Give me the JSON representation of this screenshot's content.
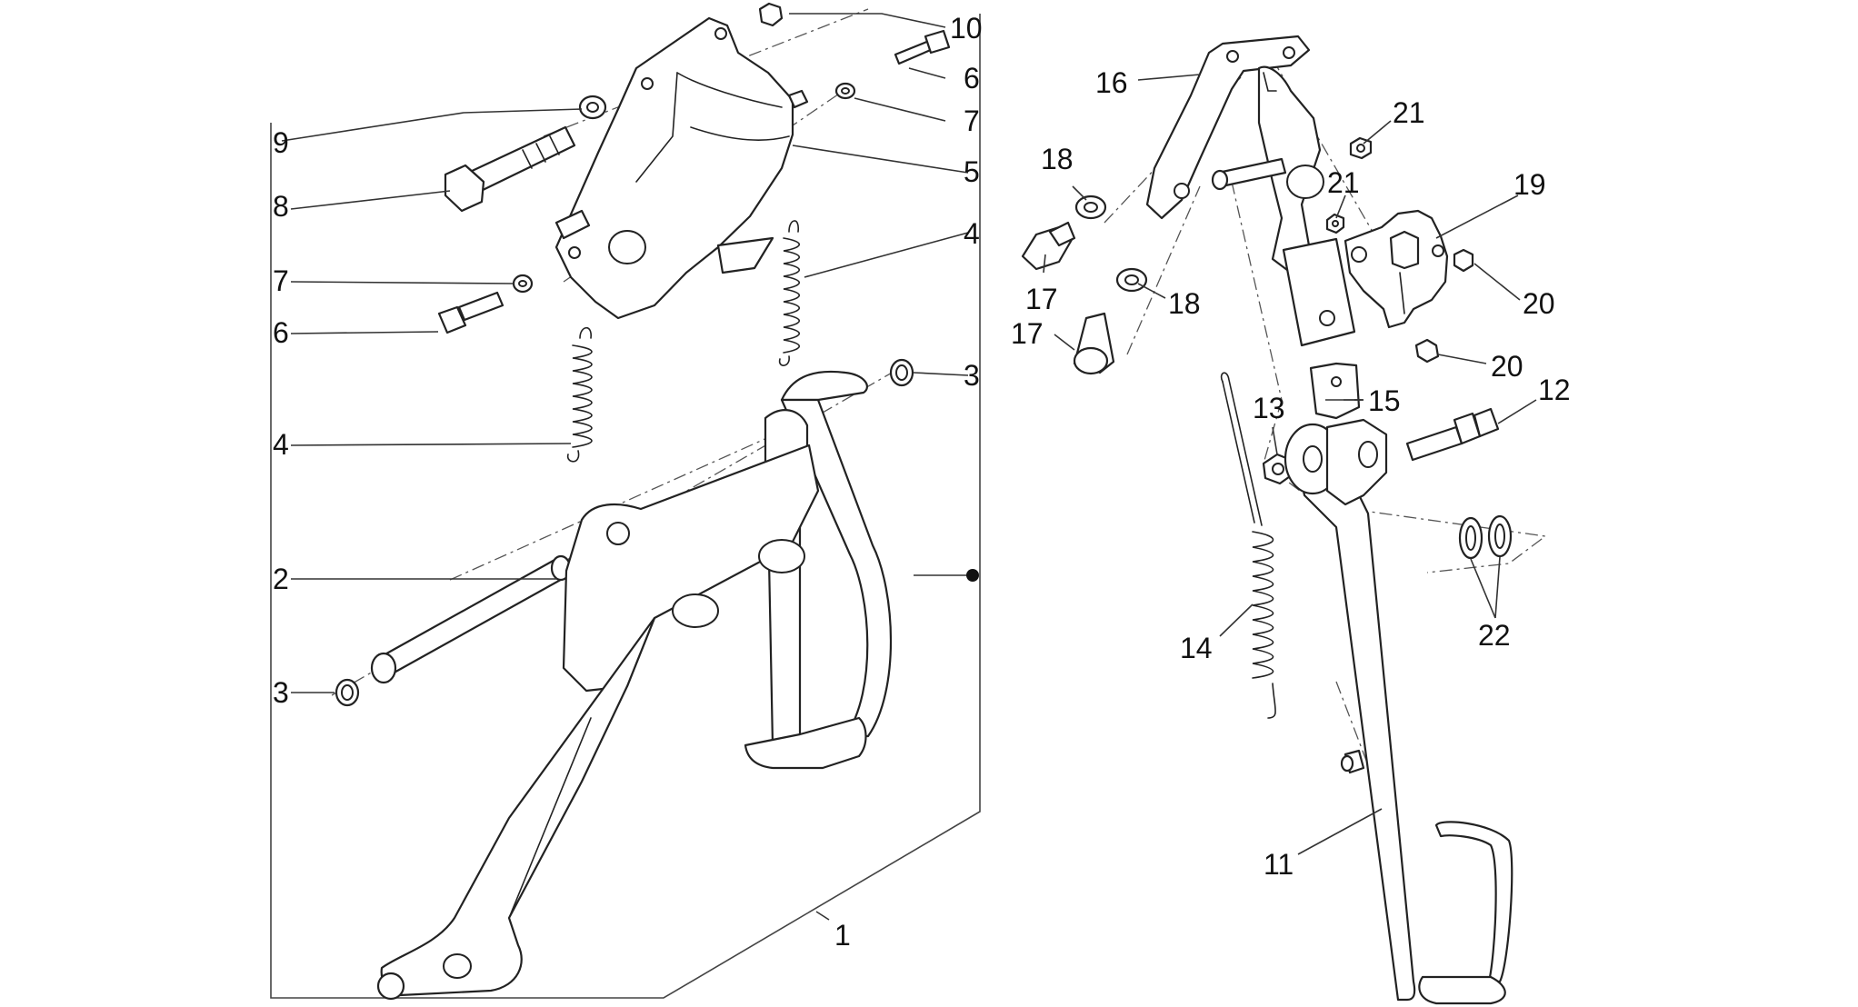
{
  "callouts": {
    "c1": "1",
    "c2": "2",
    "c3a": "3",
    "c3b": "3",
    "c4a": "4",
    "c4b": "4",
    "c5": "5",
    "c6a": "6",
    "c6b": "6",
    "c7a": "7",
    "c7b": "7",
    "c8": "8",
    "c9": "9",
    "c10": "10",
    "c11": "11",
    "c12": "12",
    "c13": "13",
    "c14": "14",
    "c15": "15",
    "c16": "16",
    "c17a": "17",
    "c17b": "17",
    "c18a": "18",
    "c18b": "18",
    "c19": "19",
    "c20a": "20",
    "c20b": "20",
    "c21a": "21",
    "c21b": "21",
    "c22": "22"
  },
  "colors": {
    "line": "#222222",
    "background": "#ffffff"
  }
}
